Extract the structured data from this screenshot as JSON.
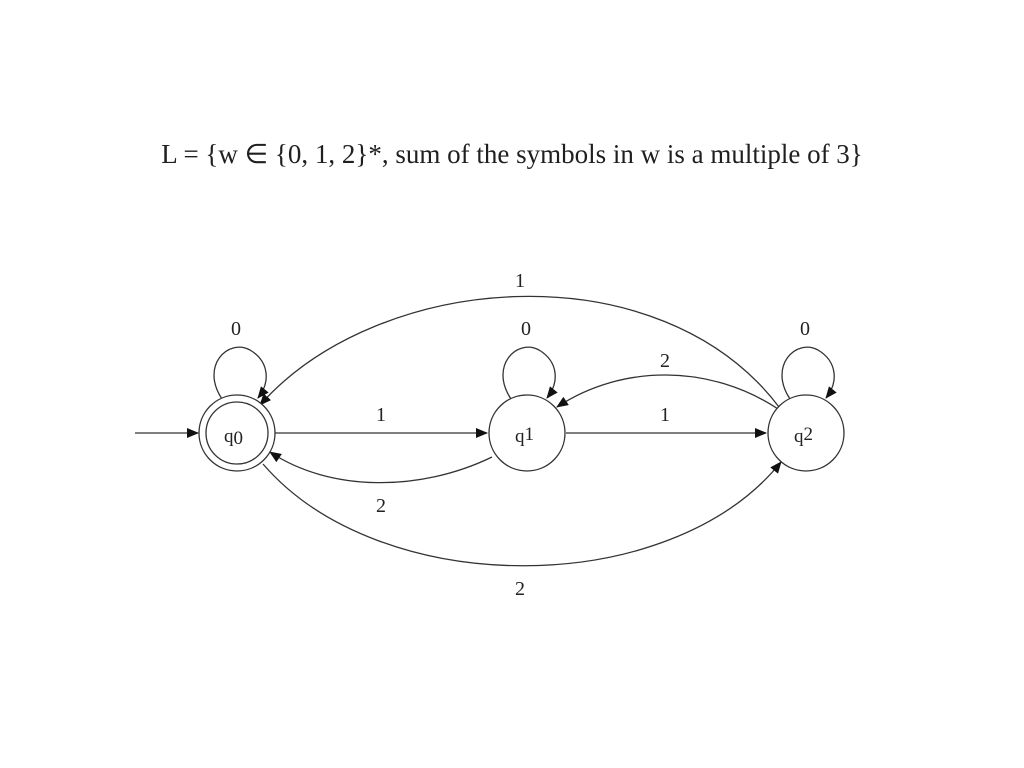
{
  "title": "L = {w ∈ {0, 1, 2}*, sum of the symbols in w is a multiple of 3}",
  "states": [
    {
      "id": "q0",
      "base": "q",
      "sub": "0",
      "accepting": true,
      "initial": true
    },
    {
      "id": "q1",
      "base": "q",
      "sub": "1",
      "accepting": false,
      "initial": false
    },
    {
      "id": "q2",
      "base": "q",
      "sub": "2",
      "accepting": false,
      "initial": false
    }
  ],
  "transitions": {
    "q0_q0": "0",
    "q1_q1": "0",
    "q2_q2": "0",
    "q0_q1": "1",
    "q1_q2": "1",
    "q2_q0": "1",
    "q1_q0": "2",
    "q2_q1": "2",
    "q0_q2": "2"
  }
}
